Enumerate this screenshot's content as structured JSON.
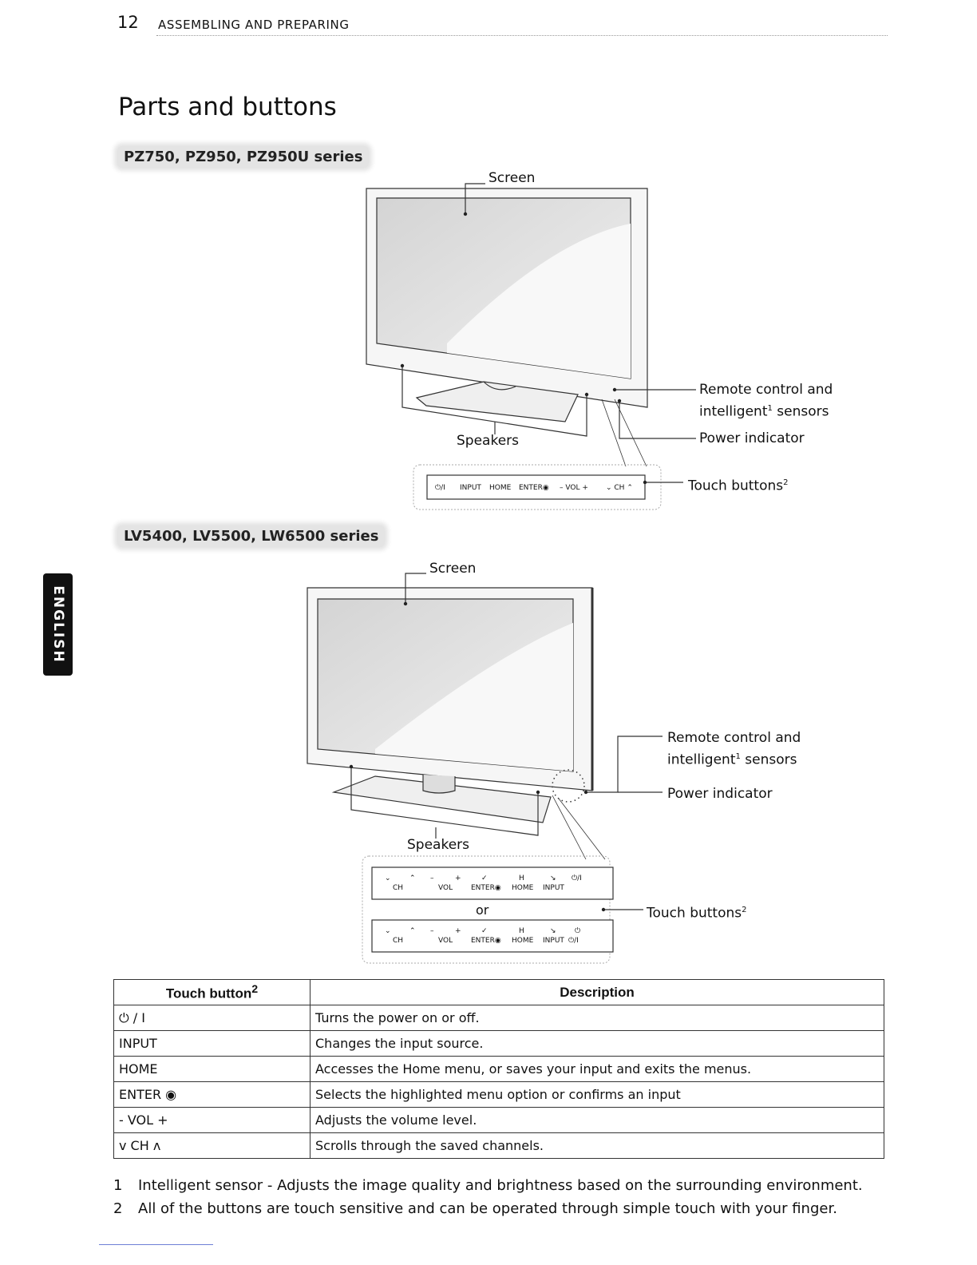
{
  "header": {
    "page_number": "12",
    "section": "ASSEMBLING AND PREPARING"
  },
  "page_title": "Parts and buttons",
  "side_tab": "ENGLISH",
  "series1": {
    "label": "PZ750, PZ950, PZ950U series",
    "callouts": {
      "screen": "Screen",
      "speakers": "Speakers",
      "remote_line1": "Remote control and",
      "remote_line2": "intelligent",
      "remote_sup": "1",
      "remote_line2_end": " sensors",
      "power": "Power indicator",
      "touch": "Touch buttons",
      "touch_sup": "2"
    },
    "touch_strip": [
      "⏻/I",
      "INPUT",
      "HOME",
      "ENTER◉",
      "–  VOL  +",
      "⌄ CH ⌃"
    ]
  },
  "series2": {
    "label": "LV5400, LV5500, LW6500 series",
    "callouts": {
      "screen": "Screen",
      "speakers": "Speakers",
      "remote_line1": "Remote control and",
      "remote_line2": "intelligent",
      "remote_sup": "1",
      "remote_line2_end": " sensors",
      "power": "Power indicator",
      "touch": "Touch buttons",
      "touch_sup": "2",
      "or": "or"
    },
    "strip_a": {
      "top": [
        "⌄",
        "⌃",
        "–",
        "+",
        "✓",
        "H",
        "↘",
        "⏻/I"
      ],
      "bottom": [
        "CH",
        "VOL",
        "ENTER◉",
        "HOME",
        "INPUT"
      ]
    },
    "strip_b": {
      "top": [
        "⌄",
        "⌃",
        "–",
        "+",
        "✓",
        "H",
        "↘",
        "⏻"
      ],
      "bottom": [
        "CH",
        "VOL",
        "ENTER◉",
        "HOME",
        "INPUT",
        "⏻/I"
      ]
    }
  },
  "table": {
    "headers": {
      "button": "Touch button",
      "button_sup": "2",
      "description": "Description"
    },
    "rows": [
      {
        "button": "⏻ / I",
        "description": "Turns the power on or off."
      },
      {
        "button": "INPUT",
        "description": "Changes the input source."
      },
      {
        "button": "HOME",
        "description": "Accesses the Home menu, or saves your input and exits the menus."
      },
      {
        "button": "ENTER ◉",
        "description": "Selects the highlighted menu option or confirms an input"
      },
      {
        "button": "- VOL +",
        "description": "Adjusts the volume level."
      },
      {
        "button": "v CH ʌ",
        "description": "Scrolls through the saved channels."
      }
    ]
  },
  "footnotes": [
    {
      "num": "1",
      "text": "Intelligent sensor - Adjusts the image quality and brightness based on the surrounding environment."
    },
    {
      "num": "2",
      "text": "All of the buttons are touch sensitive and can be operated through simple touch with your finger."
    }
  ]
}
